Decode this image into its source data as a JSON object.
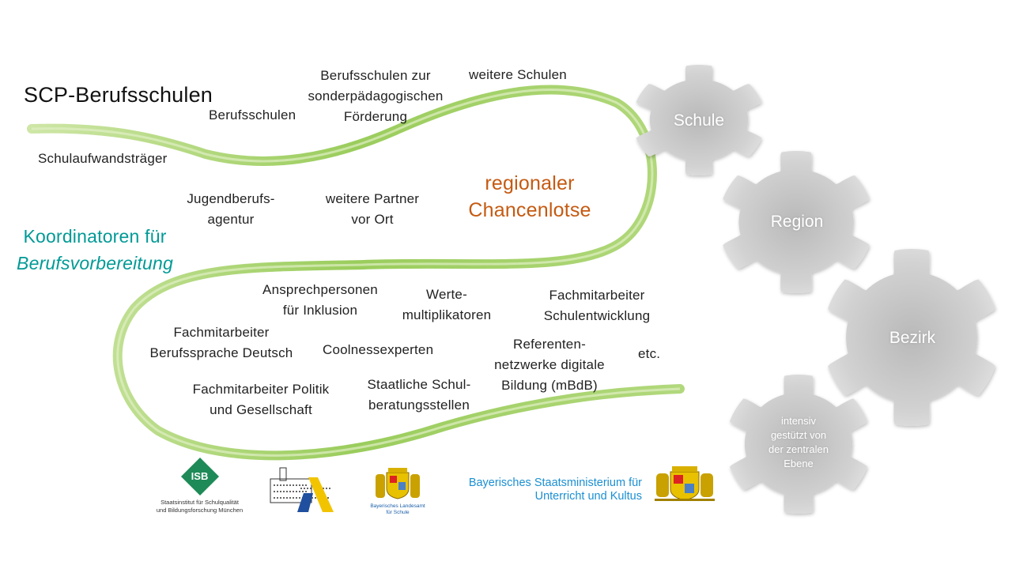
{
  "title": "SCP-Berufsschulen",
  "labels": {
    "schulaufwandstraeger": "Schulaufwandsträger",
    "berufsschulen": "Berufsschulen",
    "bs_foerderung": [
      "Berufsschulen  zur",
      "sonderpädagogischen",
      "Förderung"
    ],
    "weitere_schulen": "weitere Schulen",
    "jugendberufsagentur": [
      "Jugendberufs-",
      "agentur"
    ],
    "weitere_partner": [
      "weitere Partner",
      "vor Ort"
    ],
    "chancenlotse": [
      "regionaler",
      "Chancenlotse"
    ],
    "koordinatoren": [
      "Koordinatoren für",
      "Berufsvorbereitung"
    ],
    "inklusion": [
      "Ansprechpersonen",
      "für Inklusion"
    ],
    "werte": [
      "Werte-",
      "multiplikatoren"
    ],
    "schulentwicklung": [
      "Fachmitarbeiter",
      "Schulentwicklung"
    ],
    "berufssprache": [
      "Fachmitarbeiter",
      "Berufssprache  Deutsch"
    ],
    "coolness": "Coolnessexperten",
    "referenten": [
      "Referenten-",
      "netzwerke digitale",
      "Bildung (mBdB)"
    ],
    "etc": "etc.",
    "politik": [
      "Fachmitarbeiter Politik",
      "und Gesellschaft"
    ],
    "beratung": [
      "Staatliche Schul-",
      "beratungsstellen"
    ]
  },
  "gears": {
    "schule": "Schule",
    "region": "Region",
    "bezirk": "Bezirk",
    "zentral": [
      "intensiv",
      "gestützt von",
      "der zentralen",
      "Ebene"
    ]
  },
  "logos": {
    "isb": {
      "mark": "ISB",
      "caption": [
        "Staatsinstitut für Schulqualität",
        "und Bildungsforschung München"
      ]
    },
    "lfs": {
      "caption": [
        "Bayerisches Landesamt",
        "für Schule"
      ]
    },
    "ministerium": [
      "Bayerisches Staatsministerium für",
      "Unterricht und Kultus"
    ]
  },
  "colors": {
    "teal": "#009a96",
    "orange": "#c55a11",
    "green": "#8fc74a",
    "gear": "#c9c9c9",
    "blue": "#1b8fd2",
    "isb_green": "#1e8a57"
  }
}
